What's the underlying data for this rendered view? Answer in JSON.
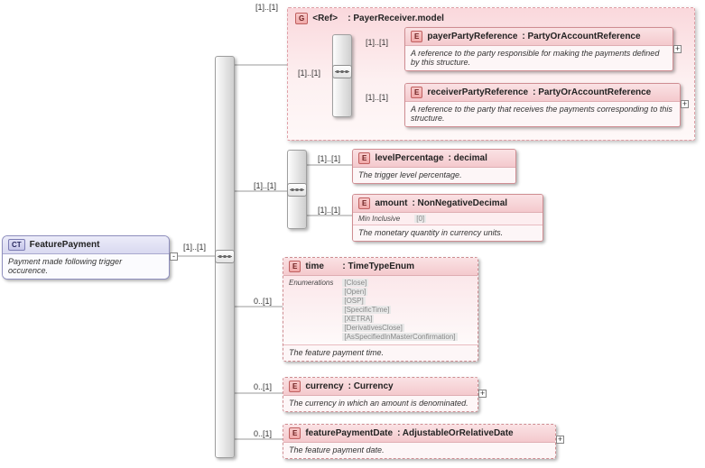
{
  "root": {
    "badge": "CT",
    "name": "FeaturePayment",
    "description": "Payment made following trigger occurence."
  },
  "group": {
    "badge": "G",
    "name": "<Ref>",
    "type": ": PayerReceiver.model"
  },
  "payerPartyReference": {
    "badge": "E",
    "name": "payerPartyReference",
    "type": ": PartyOrAccountReference",
    "description": "A reference to the party responsible for making the payments defined by this structure."
  },
  "receiverPartyReference": {
    "badge": "E",
    "name": "receiverPartyReference",
    "type": ": PartyOrAccountReference",
    "description": "A reference to the party that receives the payments corresponding to this structure."
  },
  "levelPercentage": {
    "badge": "E",
    "name": "levelPercentage",
    "type": ": decimal",
    "description": "The trigger level percentage."
  },
  "amount": {
    "badge": "E",
    "name": "amount",
    "type": ": NonNegativeDecimal",
    "facet_label": "Min Inclusive",
    "facet_value": "[0]",
    "description": "The monetary quantity in currency units."
  },
  "time": {
    "badge": "E",
    "name": "time",
    "type": ": TimeTypeEnum",
    "enum_label": "Enumerations",
    "enumerations": [
      "[Close]",
      "[Open]",
      "[OSP]",
      "[SpecificTime]",
      "[XETRA]",
      "[DerivativesClose]",
      "[AsSpecifiedInMasterConfirmation]"
    ],
    "description": "The feature payment time."
  },
  "currency": {
    "badge": "E",
    "name": "currency",
    "type": ": Currency",
    "description": "The currency in which an amount is denominated."
  },
  "featurePaymentDate": {
    "badge": "E",
    "name": "featurePaymentDate",
    "type": ": AdjustableOrRelativeDate",
    "description": "The feature payment date."
  },
  "cardinalities": {
    "root_to_sequence": "[1]..[1]",
    "group": "[1]..[1]",
    "group_sequence": "[1]..[1]",
    "payer": "[1]..[1]",
    "receiver": "[1]..[1]",
    "inner_sequence": "[1]..[1]",
    "levelPercentage": "[1]..[1]",
    "amount": "[1]..[1]",
    "time": "0..[1]",
    "currency": "0..[1]",
    "featurePaymentDate": "0..[1]"
  },
  "toggles": {
    "expand": "+",
    "collapse": "-"
  },
  "colors": {
    "element_border": "#cf8d92",
    "element_header": "#f4c9cd",
    "ct_border": "#8f8fbe",
    "ct_header": "#d9d9f0",
    "connector": "#9a9a9a"
  }
}
